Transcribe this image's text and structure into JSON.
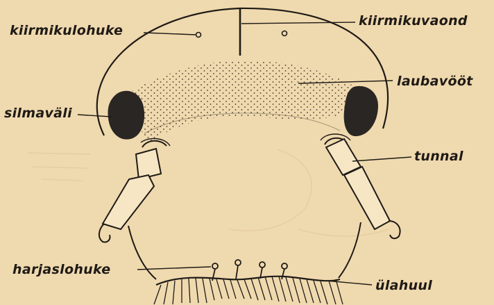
{
  "labels": {
    "kiirmikulohuke": "kiirmikulohuke",
    "kiirmikuvaond": "kiirmikuvaond",
    "laubavoot": "laubavööt",
    "silmavali": "silmaväli",
    "tunnal": "tunnal",
    "harjaslohuke": "harjaslohuke",
    "ulahuul": "ülahuul"
  },
  "colors": {
    "paper": "#efd9ae",
    "ink": "#1e1a16",
    "eye": "#2a2623"
  }
}
